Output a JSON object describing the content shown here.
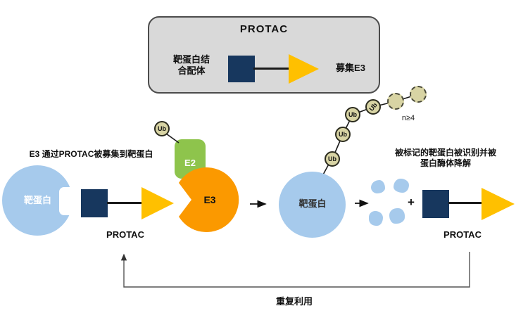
{
  "colors": {
    "navy": "#17375E",
    "yellow": "#FFC000",
    "orange": "#FB9900",
    "light_blue": "#A6CAEC",
    "green": "#8EC44C",
    "box_gray": "#D9D9D9",
    "box_border": "#4C4C4C",
    "ub_tan": "#D8D4A4",
    "line_dark": "#1A1A1A"
  },
  "legend_box": {
    "title": "PROTAC",
    "ligand_line1": "靶蛋白结",
    "ligand_line2": "合配体",
    "recruit_e3": "募集E3"
  },
  "labels": {
    "step1_heading": "E3 通过PROTAC被募集到靶蛋白",
    "step2_heading_line1": "被标记的靶蛋白被识别并被",
    "step2_heading_line2": "蛋白酶体降解",
    "target_protein": "靶蛋白",
    "e2": "E2",
    "e3": "E3",
    "ub": "Ub",
    "chain_count": "n≥4",
    "plus": "+",
    "protac": "PROTAC",
    "recycle": "重复利用"
  }
}
